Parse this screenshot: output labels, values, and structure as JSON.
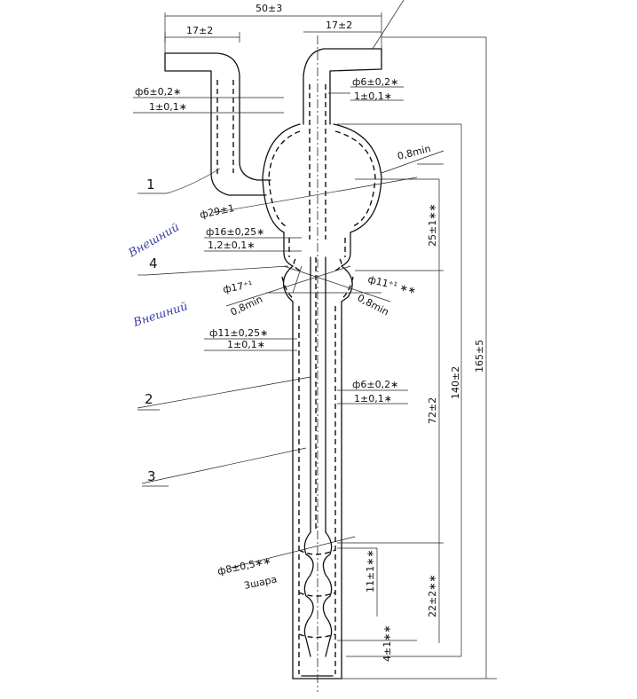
{
  "drawing": {
    "dimensions": {
      "total_width": "50±3",
      "left_arm_width": "17±2",
      "right_arm_width": "17±2",
      "right_tube_dia": "ф6±0,2∗",
      "right_tube_wall": "1±0,1∗",
      "left_tube_dia": "ф6±0,2∗",
      "left_tube_wall": "1±0,1∗",
      "wall_min_top": "0,8min",
      "bulb_dia": "ф29±1",
      "neck_dia": "ф16±0,25∗",
      "neck_wall": "1,2±0,1∗",
      "small_bulb_left_dia": "ф17⁺¹",
      "small_bulb_right_dia": "ф11⁺¹ ∗∗",
      "wall_min_left": "0,8min",
      "wall_min_right": "0,8min",
      "outer_tube_dia": "ф11±0,25∗",
      "outer_tube_wall": "1±0,1∗",
      "inner_tube_dia": "ф6±0,2∗",
      "inner_tube_wall": "1±0,1∗",
      "ball_dia": "ф8±0,5∗∗",
      "ball_count": "3шара",
      "len_bulb": "25±1∗∗",
      "len_mid": "72±2",
      "len_140": "140±2",
      "len_total": "165±5",
      "len_ball_pitch": "11±1∗∗",
      "len_balls": "22±2∗∗",
      "len_bottom": "4±1∗∗"
    },
    "positions": [
      "1",
      "4",
      "2",
      "3"
    ],
    "handwritten": [
      "Внешний",
      "Внешний"
    ]
  }
}
